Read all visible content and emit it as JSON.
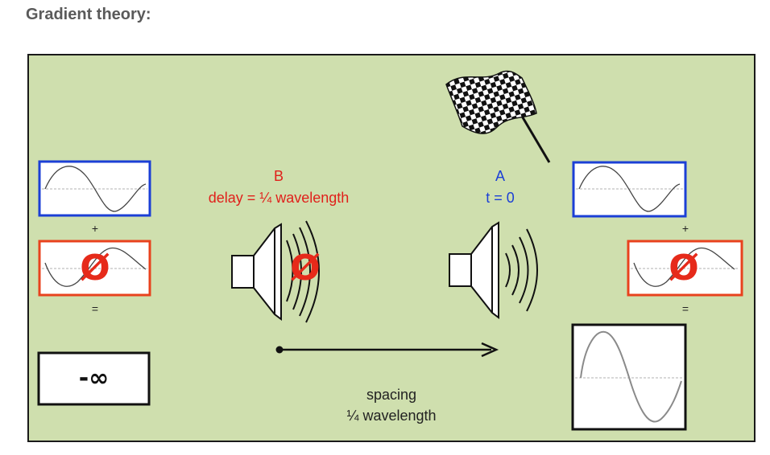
{
  "header": {
    "title": "Gradient theory:"
  },
  "diagram": {
    "source_b": {
      "label": "B",
      "delay": "delay = ¼ wavelength"
    },
    "source_a": {
      "label": "A",
      "time": "t = 0"
    },
    "spacing": {
      "line1": "spacing",
      "line2": "¼ wavelength"
    },
    "left_stack": {
      "plus": "+",
      "equals": "=",
      "phase_symbol": "Ø",
      "result": "-∞"
    },
    "right_stack": {
      "plus": "+",
      "equals": "=",
      "phase_symbol": "Ø"
    },
    "speaker_b_symbol": "Ø",
    "icons": [
      "checkered-flag-icon",
      "speaker-icon",
      "sine-wave-icon",
      "arrow-icon"
    ],
    "colors": {
      "panel": "#cfdfae",
      "blue_box": "#1b3fd6",
      "red_box": "#e8421d",
      "red_text": "#e0201b",
      "blue_text": "#1b3fd6"
    }
  }
}
